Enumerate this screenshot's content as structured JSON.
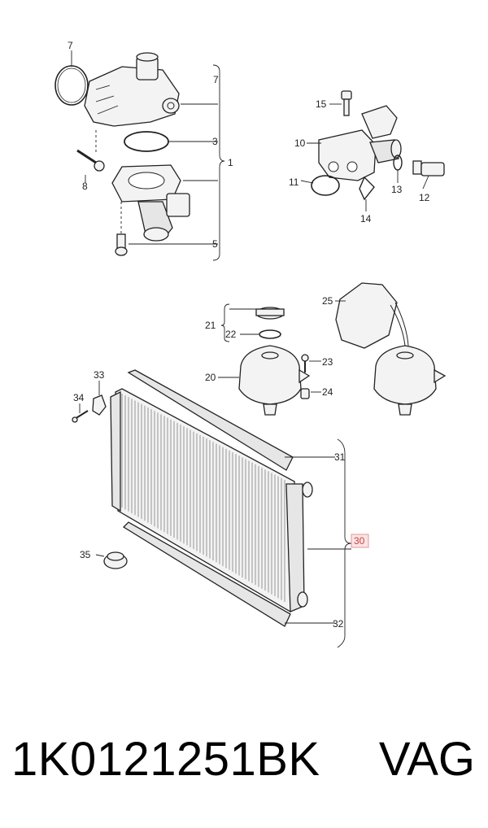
{
  "callouts": {
    "c7a": "7",
    "c7b": "7",
    "c3": "3",
    "c1": "1",
    "c8": "8",
    "c5": "5",
    "c15": "15",
    "c10": "10",
    "c11": "11",
    "c14": "14",
    "c13": "13",
    "c12": "12",
    "c25": "25",
    "c21": "21",
    "c22": "22",
    "c23": "23",
    "c20": "20",
    "c24": "24",
    "c33": "33",
    "c34": "34",
    "c31": "31",
    "c30": "30",
    "c35": "35",
    "c32": "32"
  },
  "highlighted_callout": "30",
  "caption": {
    "part_number": "1K0121251BK",
    "brand": "VAG"
  }
}
